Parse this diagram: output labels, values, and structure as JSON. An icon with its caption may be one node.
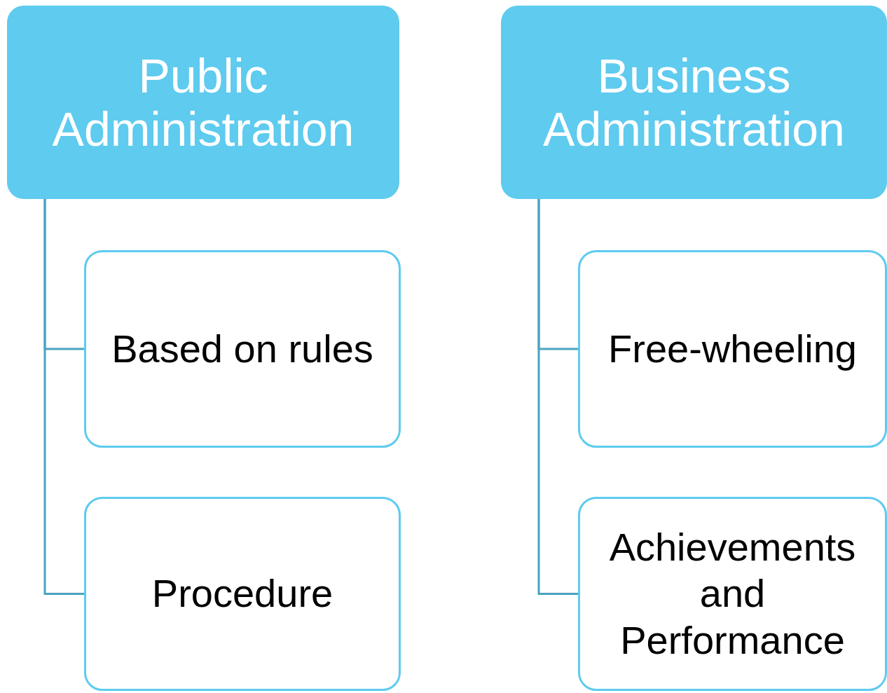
{
  "diagram": {
    "nodes": [
      {
        "text": [
          "Public Administration"
        ]
      },
      {
        "text": [
          "Based on rules"
        ]
      },
      {
        "text": [
          "Procedure"
        ]
      },
      {
        "text": [
          "Business Administration"
        ]
      },
      {
        "text": [
          "Free-wheeling"
        ]
      },
      {
        "text": [
          "Achievements and Performance"
        ]
      }
    ],
    "edges": [
      {
        "from": 0,
        "to": 1,
        "arrow": "none"
      },
      {
        "from": 0,
        "to": 2,
        "arrow": "none"
      },
      {
        "from": 3,
        "to": 4,
        "arrow": "none"
      },
      {
        "from": 3,
        "to": 5,
        "arrow": "none"
      }
    ]
  }
}
